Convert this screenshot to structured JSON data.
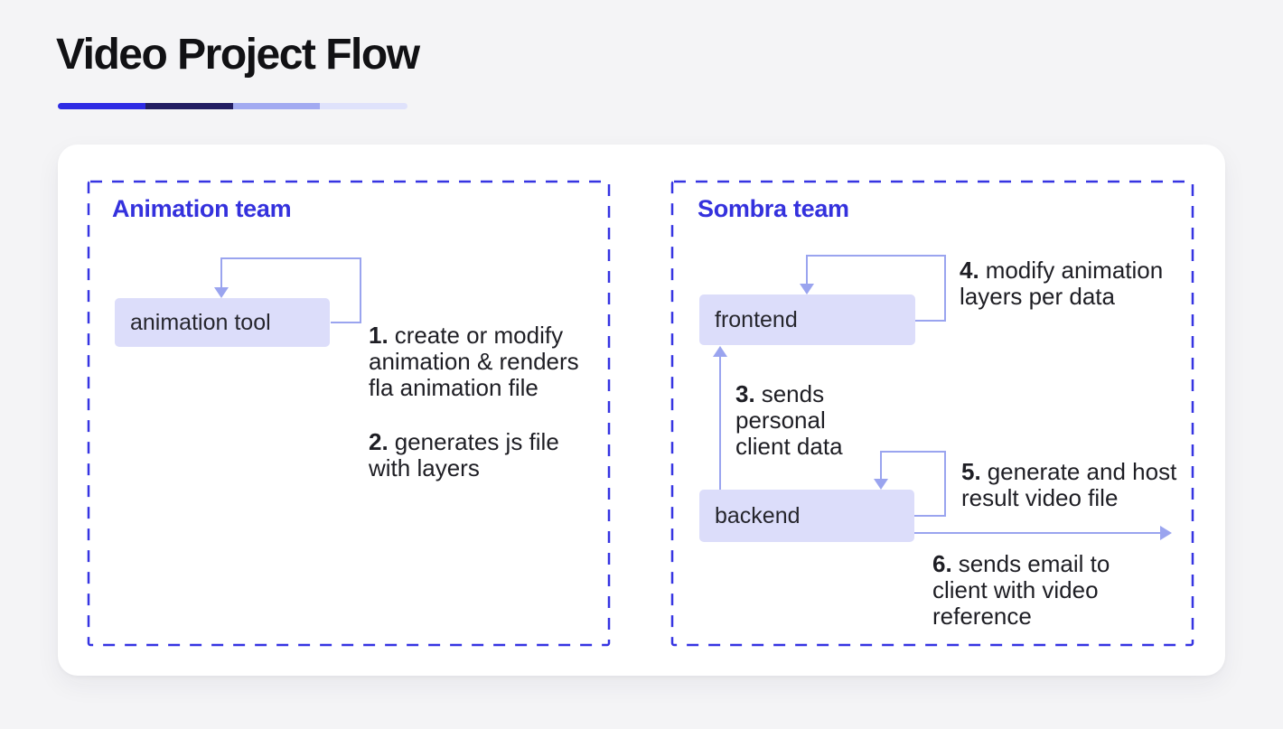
{
  "page": {
    "title": "Video Project Flow"
  },
  "underline": {
    "segments": [
      "#2e2be4",
      "#221d62",
      "#a2aaf1",
      "#dfe2fb"
    ]
  },
  "colors": {
    "page-bg": "#f4f4f6",
    "card-bg": "#ffffff",
    "dash-blue": "#3634e2",
    "team-label": "#3431dd",
    "node-fill": "#dcddfa",
    "node-text": "#26262d",
    "arrow": "#9aa4ef",
    "step-text": "#1e1e24",
    "title-text": "#111114"
  },
  "teams": [
    {
      "label": "Animation team",
      "nodes": [
        {
          "label": "animation tool"
        }
      ],
      "steps": [
        {
          "number": "1.",
          "text": "create or modify\nanimation & renders\nfla animation file"
        },
        {
          "number": "2.",
          "text": "generates js file\nwith layers"
        }
      ]
    },
    {
      "label": "Sombra team",
      "nodes": [
        {
          "label": "frontend"
        },
        {
          "label": "backend"
        }
      ],
      "steps": [
        {
          "number": "3.",
          "text": "sends\npersonal\nclient data"
        },
        {
          "number": "4.",
          "text": "modify animation\nlayers per data"
        },
        {
          "number": "5.",
          "text": "generate and host\nresult video file"
        },
        {
          "number": "6.",
          "text": "sends email to\nclient with video\nreference"
        }
      ]
    }
  ]
}
